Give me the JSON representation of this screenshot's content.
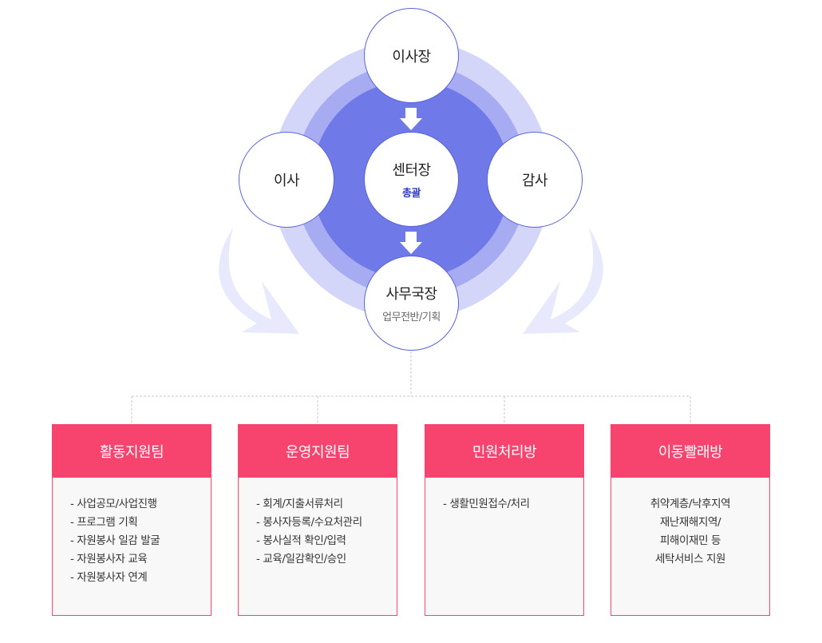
{
  "nodes": {
    "chairman": {
      "title": "이사장"
    },
    "director": {
      "title": "이사"
    },
    "center": {
      "title": "센터장",
      "role": "총괄"
    },
    "auditor": {
      "title": "감사"
    },
    "secretary": {
      "title": "사무국장",
      "role": "업무전반/기획"
    }
  },
  "teams": [
    {
      "name": "활동지원팀",
      "tasks": [
        "- 사업공모/사업진행",
        "- 프로그램 기획",
        "- 자원봉사 일감 발굴",
        "- 자원봉사자 교육",
        "- 자원봉사자 연계"
      ]
    },
    {
      "name": "운영지원팀",
      "tasks": [
        "- 회계/지출서류처리",
        "- 봉사자등록/수요처관리",
        "- 봉사실적 확인/입력",
        "- 교육/일감확인/승인"
      ]
    },
    {
      "name": "민원처리방",
      "tasks": [
        "- 생활민원접수/처리"
      ]
    },
    {
      "name": "이동빨래방",
      "tasks": [
        "취약계층/낙후지역",
        "재난재해지역/",
        "피해이재민 등",
        "세탁서비스 지원"
      ]
    }
  ],
  "colors": {
    "ring_outer": "#d4d6f9",
    "ring_middle": "#a6abf2",
    "ring_inner": "#6f79e7",
    "node_border": "#5a63d8",
    "team_header": "#f7446f",
    "connector": "#c8c8c8",
    "arrow": "#ffffff"
  }
}
